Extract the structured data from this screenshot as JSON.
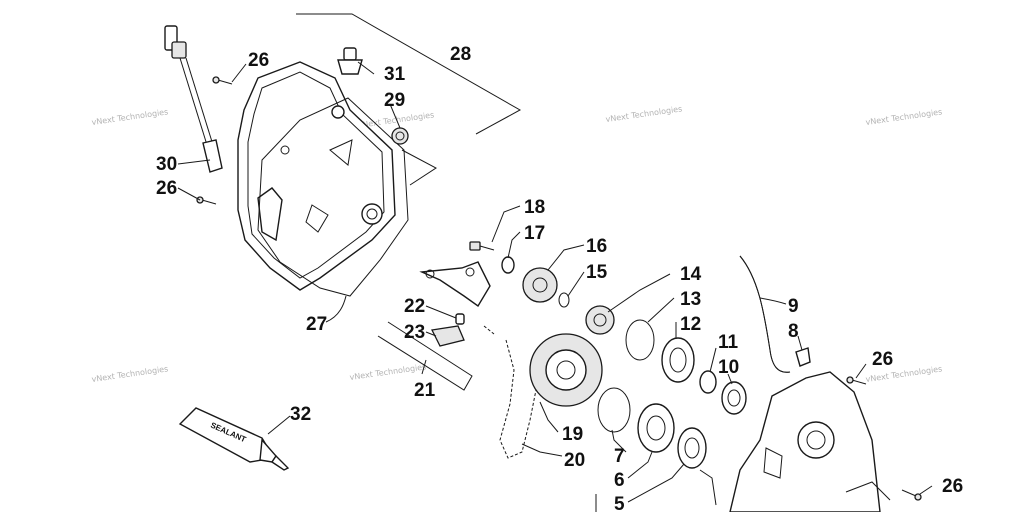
{
  "diagram": {
    "watermark_text": "vNext Technologies",
    "tube_label": "SEALANT",
    "callouts": [
      {
        "id": "c28",
        "label": "28"
      },
      {
        "id": "c26a",
        "label": "26"
      },
      {
        "id": "c31",
        "label": "31"
      },
      {
        "id": "c29",
        "label": "29"
      },
      {
        "id": "c30",
        "label": "30"
      },
      {
        "id": "c26b",
        "label": "26"
      },
      {
        "id": "c27",
        "label": "27"
      },
      {
        "id": "c18",
        "label": "18"
      },
      {
        "id": "c17",
        "label": "17"
      },
      {
        "id": "c16",
        "label": "16"
      },
      {
        "id": "c15",
        "label": "15"
      },
      {
        "id": "c14",
        "label": "14"
      },
      {
        "id": "c13",
        "label": "13"
      },
      {
        "id": "c12",
        "label": "12"
      },
      {
        "id": "c11",
        "label": "11"
      },
      {
        "id": "c10",
        "label": "10"
      },
      {
        "id": "c9",
        "label": "9"
      },
      {
        "id": "c8",
        "label": "8"
      },
      {
        "id": "c26c",
        "label": "26"
      },
      {
        "id": "c26d",
        "label": "26"
      },
      {
        "id": "c22",
        "label": "22"
      },
      {
        "id": "c23",
        "label": "23"
      },
      {
        "id": "c21",
        "label": "21"
      },
      {
        "id": "c32",
        "label": "32"
      },
      {
        "id": "c19",
        "label": "19"
      },
      {
        "id": "c20",
        "label": "20"
      },
      {
        "id": "c7",
        "label": "7"
      },
      {
        "id": "c6",
        "label": "6"
      },
      {
        "id": "c5",
        "label": "5"
      }
    ]
  }
}
